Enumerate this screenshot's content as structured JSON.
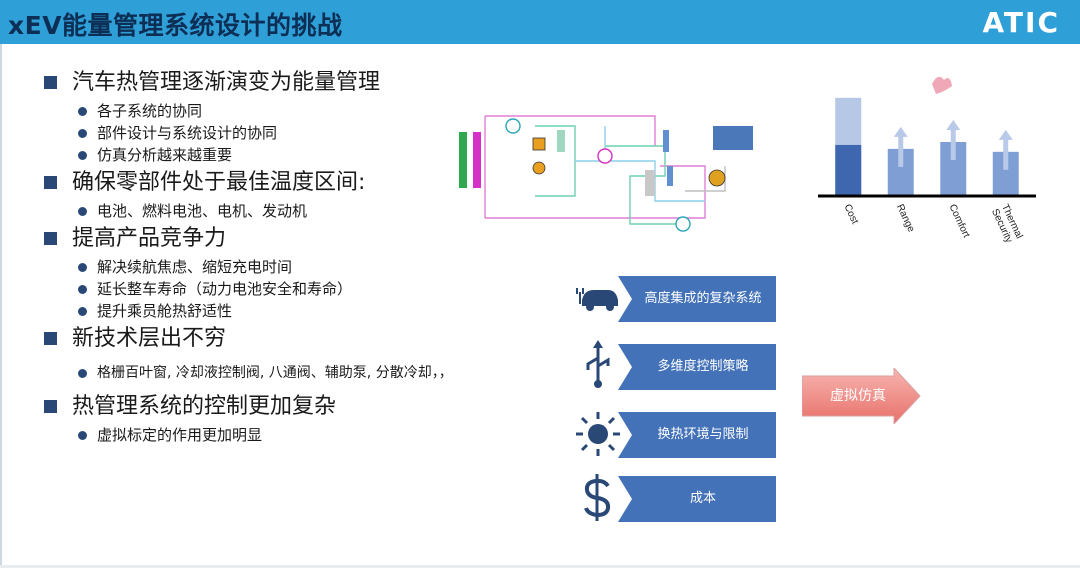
{
  "header": {
    "title": "xEV能量管理系统设计的挑战",
    "logo": "ATIC"
  },
  "sections": [
    {
      "heading": "汽车热管理逐渐演变为能量管理",
      "items": [
        "各子系统的协同",
        "部件设计与系统设计的协同",
        "仿真分析越来越重要"
      ]
    },
    {
      "heading": "确保零部件处于最佳温度区间:",
      "items": [
        "电池、燃料电池、电机、发动机"
      ]
    },
    {
      "heading": "提高产品竞争力",
      "items": [
        "解决续航焦虑、缩短充电时间",
        "延长整车寿命（动力电池安全和寿命）",
        "提升乘员舱热舒适性"
      ]
    },
    {
      "heading": "新技术层出不穷",
      "items": [
        "格栅百叶窗, 冷却液控制阀, 八通阀、辅助泵, 分散冷却，，"
      ]
    },
    {
      "heading": "热管理系统的控制更加复杂",
      "items": [
        "虚拟标定的作用更加明显"
      ]
    }
  ],
  "chart_data": {
    "type": "bar",
    "categories": [
      "Cost",
      "Range",
      "Comfort",
      "Thermal Security"
    ],
    "values": [
      100,
      48,
      55,
      45
    ],
    "baseline_values": [
      52,
      48,
      55,
      45
    ],
    "ylim": [
      0,
      110
    ],
    "grid": false,
    "colors": {
      "bar": "#7f9fd4",
      "bar_dark": "#3f67b0",
      "bar_light": "#b7c7e6"
    }
  },
  "challenges": [
    {
      "label": "高度集成的复杂系统",
      "icon": "electric-car-icon"
    },
    {
      "label": "多维度控制策略",
      "icon": "usb-icon"
    },
    {
      "label": "换热环境与限制",
      "icon": "sun-icon"
    },
    {
      "label": "成本",
      "icon": "dollar-icon"
    }
  ],
  "result": {
    "label": "虚拟仿真"
  },
  "colors": {
    "header": "#2f9fd8",
    "title": "#0d2f55",
    "accent": "#4472b9",
    "arrow": "#f08a8a",
    "bullet": "#2a4876"
  }
}
